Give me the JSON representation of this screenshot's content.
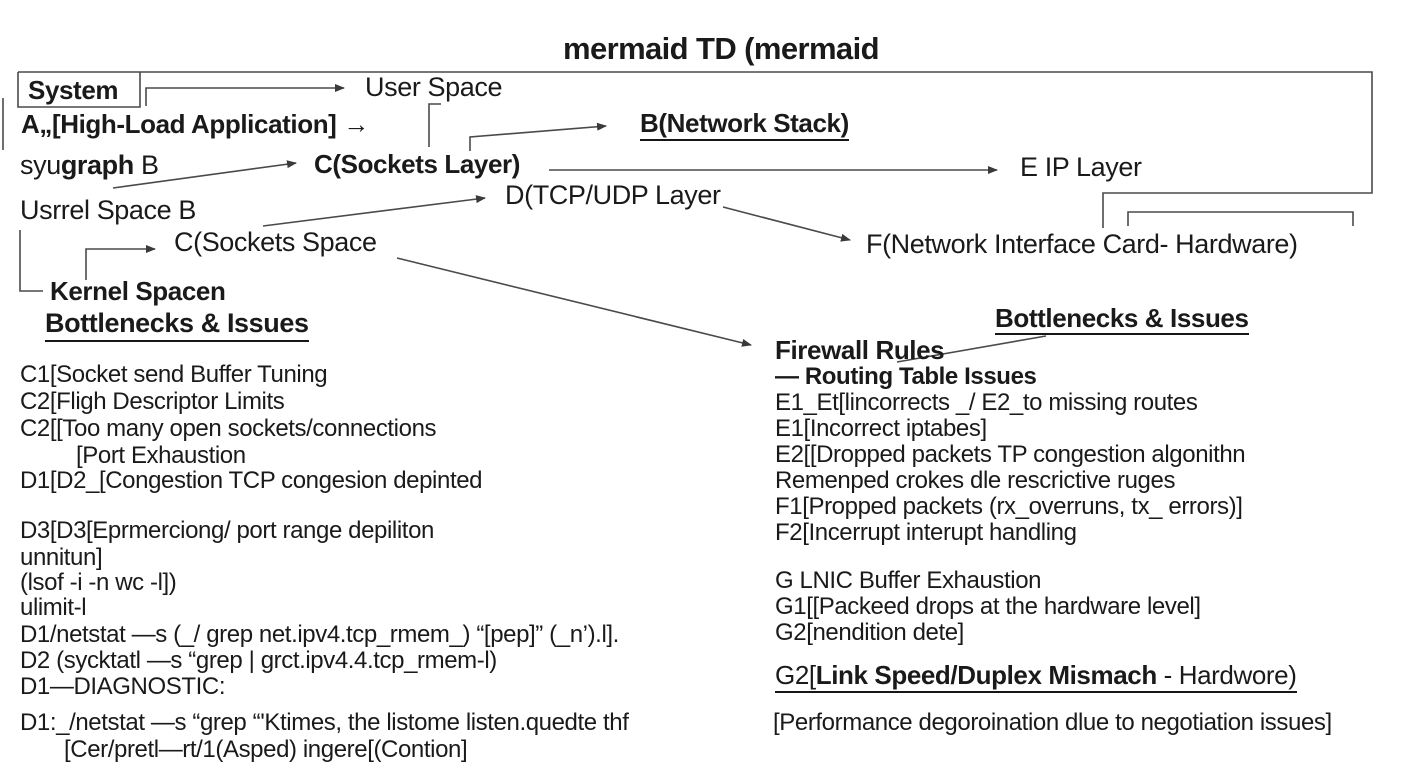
{
  "title": "mermaid TD (mermaid",
  "colors": {
    "background": "#ffffff",
    "text": "#1a1a1a",
    "line": "#4a4a4a"
  },
  "nodes": {
    "system": "System",
    "user_space": "User Space",
    "high_load_app": "A„[High-Load Application] →",
    "subgraph_prefix": "syu",
    "subgraph_bold": "graph",
    "subgraph_suffix": " B",
    "sockets_layer": "C(Sockets Layer)",
    "network_stack": "B(Network Stack)",
    "ip_layer": "E IP Layer",
    "tcp_udp_layer": "D(TCP/UDP Layer",
    "user_space_b": "Usrrel Space B",
    "sockets_space": "C(Sockets Space",
    "kernel_space": "Kernel Spacen",
    "nic_hardware": "F(Network Interface Card- Hardware)",
    "firewall_rules": "Firewall Rules"
  },
  "left_panel": {
    "heading": "Bottlenecks & Issues",
    "items": [
      "C1[Socket send Buffer Tuning",
      "C2[Fligh Descriptor Limits",
      "C2[[Too many open sockets/connections",
      "[Port Exhaustion",
      "D1[D2_[Congestion TCP congesion depinted",
      "D3[D3[Eprmerciong/ port range depiliton",
      "unnitun]",
      "(lsof -i -n wc -l])",
      "ulimit-l",
      "D1/netstat —s (_/ grep net.ipv4.tcp_rmem_) “[pep]” (_n’).l].",
      "D2 (sycktatl —s “grep | grct.ipv4.4.tcp_rmem-l)",
      "D1—DIAGNOSTIC:",
      "D1:_/netstat —s “grep “'Ktimes, the  listome listen.quedte thf",
      "[Cer/pretl—rt/1(Asped) ingere[(Contion]"
    ]
  },
  "right_panel": {
    "heading": "Bottlenecks & Issues",
    "items": [
      "— Routing Table Issues",
      "E1_Et[lincorrects _/ E2_to missing routes",
      "E1[Incorrect iptabes]",
      "E2[[Dropped packets TP congestion algonithn",
      "Remenped crokes dle rescrictive ruges",
      "F1[Propped packets (rx_overruns, tx_ errors)]",
      "F2[Incerrupt interupt handling"
    ],
    "nic_items": [
      "G LNIC Buffer Exhaustion",
      "G1[[Packeed drops at the hardware level]",
      "G2[nendition dete]"
    ],
    "link_speed_prefix": "G2[",
    "link_speed_bold": "Link Speed/Duplex Mismach",
    "link_speed_suffix": " - Hardwore)",
    "performance": "[Performance degoroination dlue to negotiation issues]"
  }
}
